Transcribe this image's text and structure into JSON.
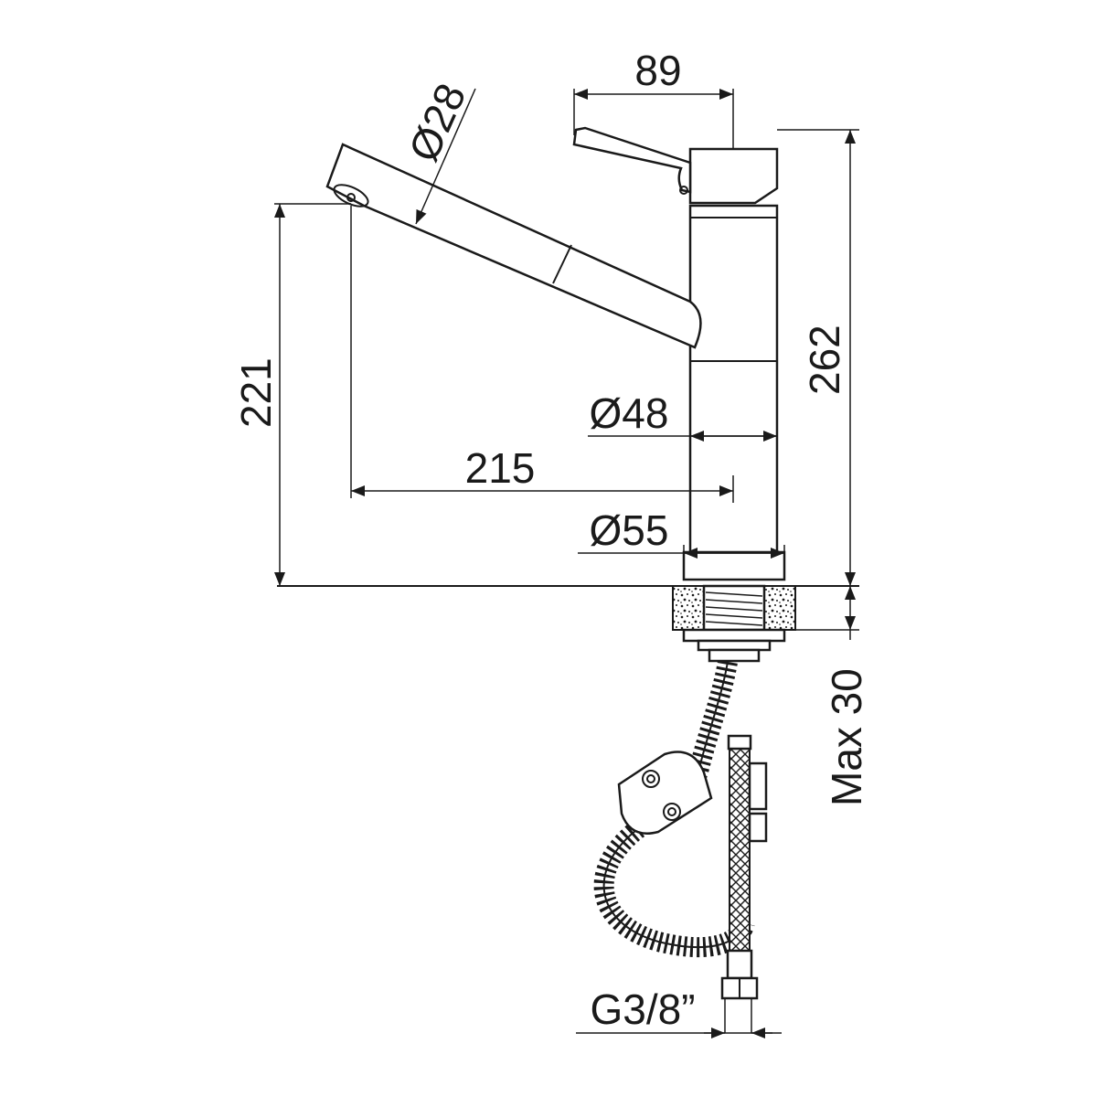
{
  "dimensions": {
    "lever_width": "89",
    "spout_diameter": "Ø28",
    "overall_height": "262",
    "spout_height": "221",
    "body_diameter": "Ø48",
    "spout_reach": "215",
    "base_diameter": "Ø55",
    "max_deck_thickness": "Max 30",
    "connection_thread": "G3/8”"
  },
  "colors": {
    "line": "#1a1a1a",
    "background": "#ffffff"
  }
}
